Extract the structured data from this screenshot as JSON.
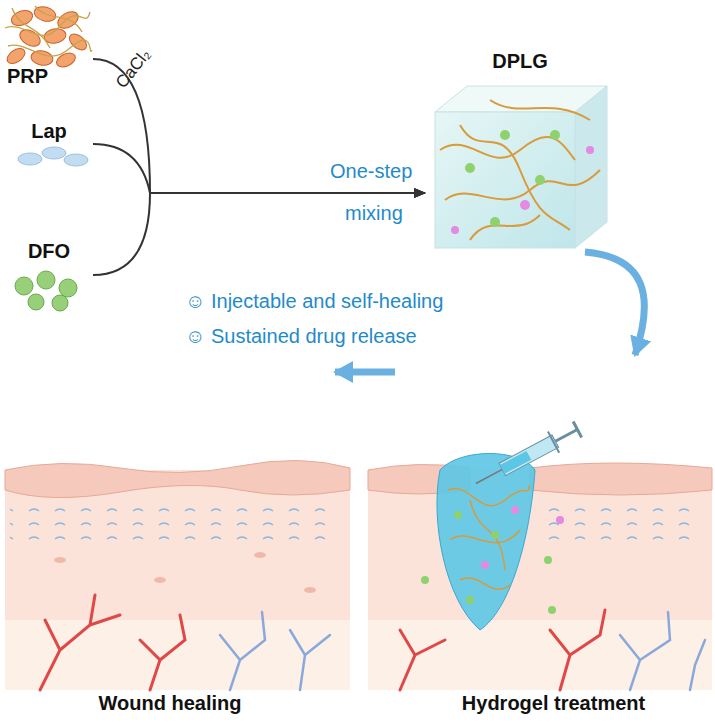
{
  "diagram": {
    "nodes": [
      {
        "text": [
          "PRP"
        ]
      },
      {
        "text": [
          "Lap"
        ]
      },
      {
        "text": [
          "DFO"
        ]
      },
      {
        "text": [
          "DPLG"
        ]
      },
      {
        "text": [
          "Hydrogel treatment"
        ]
      },
      {
        "text": [
          "Wound healing"
        ]
      }
    ],
    "edges": [
      {
        "from": 0,
        "to": 3,
        "arrow": "to"
      },
      {
        "from": 1,
        "to": 3,
        "arrow": "to"
      },
      {
        "from": 2,
        "to": 3,
        "arrow": "to"
      },
      {
        "from": 3,
        "to": 4,
        "arrow": "to"
      },
      {
        "from": 4,
        "to": 5,
        "arrow": "to"
      }
    ],
    "labels": [
      "CaCl₂",
      "One-step",
      "mixing",
      "☺ Injectable and self-healing",
      "☺ Sustained drug release"
    ]
  }
}
